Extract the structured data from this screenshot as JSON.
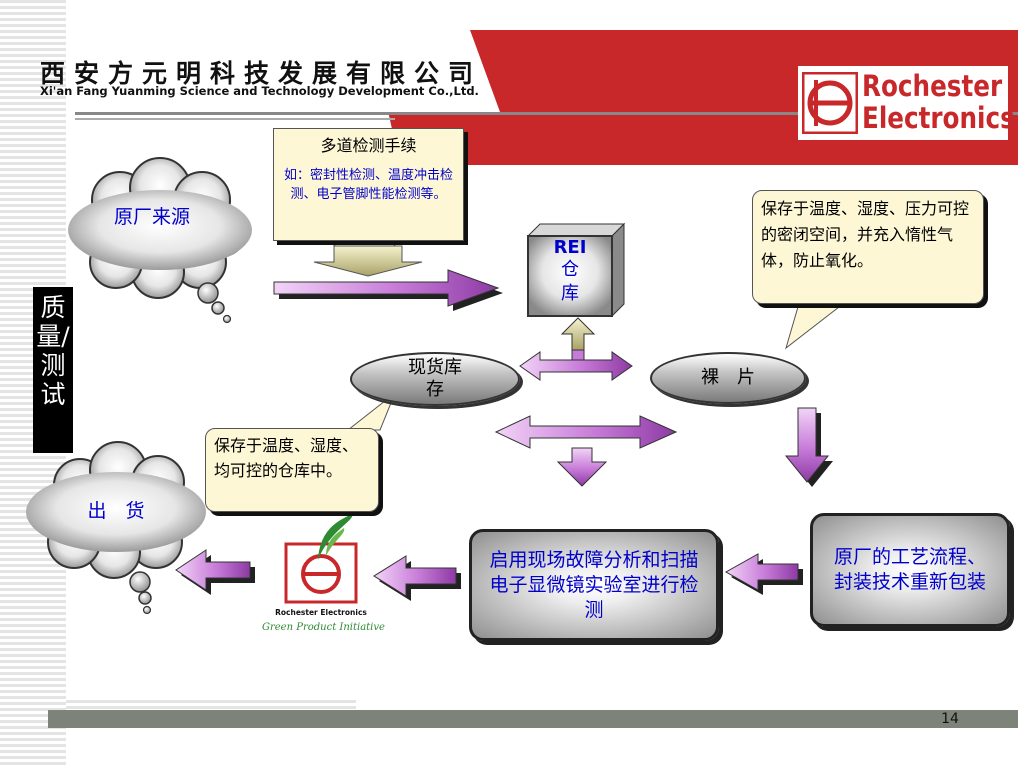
{
  "header": {
    "company_cn": "西安方元明科技发展有限公司",
    "company_en": "Xi'an Fang Yuanming Science and Technology Development Co.,Ltd.",
    "logo_line1": "Rochester",
    "logo_line2": "Electronics"
  },
  "side_label": "质量/测试",
  "nodes": {
    "source": "原厂来源",
    "warehouse_rei": "REI",
    "warehouse_label": "仓库",
    "stock": "现货库存",
    "die": "裸　片",
    "ship": "出　货",
    "lab": "启用现场故障分析和扫描电子显微镜实验室进行检测",
    "repack": "原厂的工艺流程、封装技术重新包装"
  },
  "callouts": {
    "inspection_title": "多道检测手续",
    "inspection_body": "如：密封性检测、温度冲击检测、电子管脚性能检测等。",
    "storage_die": "保存于温度、湿度、压力可控的密闭空间，并充入惰性气体，防止氧化。",
    "storage_stock": "保存于温度、湿度、均可控的仓库中。"
  },
  "green_logo": {
    "line1": "Rochester Electronics",
    "line2": "Green Product Initiative"
  },
  "page_number": "14"
}
